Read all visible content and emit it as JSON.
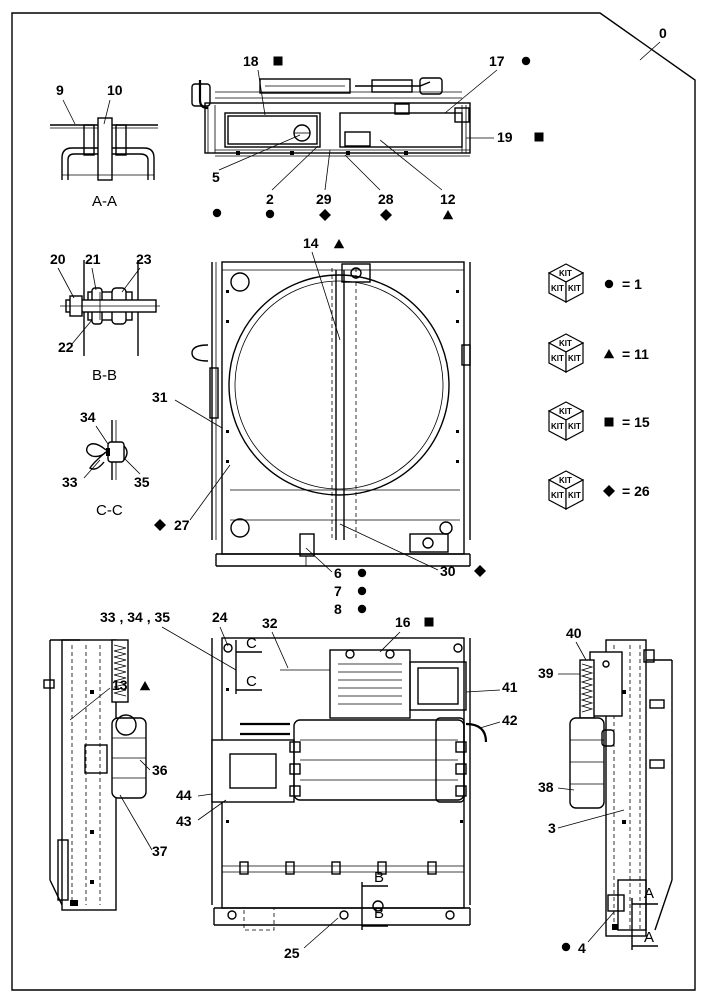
{
  "drawing": {
    "frame_callout": "0",
    "section_labels": {
      "aa": "A-A",
      "bb": "B-B",
      "cc": "C-C"
    },
    "section_markers": {
      "c_upper": "C",
      "c_lower": "C",
      "b_upper": "B",
      "b_lower": "B",
      "a_upper": "A",
      "a_lower": "A"
    },
    "callouts": {
      "c2": "2",
      "c3": "3",
      "c4": "4",
      "c5": "5",
      "c6": "6",
      "c7": "7",
      "c8": "8",
      "c9": "9",
      "c10": "10",
      "c12": "12",
      "c13": "13",
      "c14": "14",
      "c16": "16",
      "c17": "17",
      "c18": "18",
      "c19": "19",
      "c20": "20",
      "c21": "21",
      "c22": "22",
      "c23": "23",
      "c24": "24",
      "c25": "25",
      "c27": "27",
      "c28": "28",
      "c29": "29",
      "c30": "30",
      "c31": "31",
      "c32": "32",
      "c333435": "33 , 34 , 35",
      "c33": "33",
      "c34": "34",
      "c35": "35",
      "c36": "36",
      "c37": "37",
      "c38": "38",
      "c39": "39",
      "c40": "40",
      "c41": "41",
      "c42": "42",
      "c43": "43",
      "c44": "44"
    }
  },
  "kit_legend": {
    "kit_text": "KIT",
    "items": [
      {
        "symbol": "circle",
        "value": "= 1"
      },
      {
        "symbol": "triangle",
        "value": "= 11"
      },
      {
        "symbol": "square",
        "value": "= 15"
      },
      {
        "symbol": "diamond",
        "value": "= 26"
      }
    ]
  }
}
